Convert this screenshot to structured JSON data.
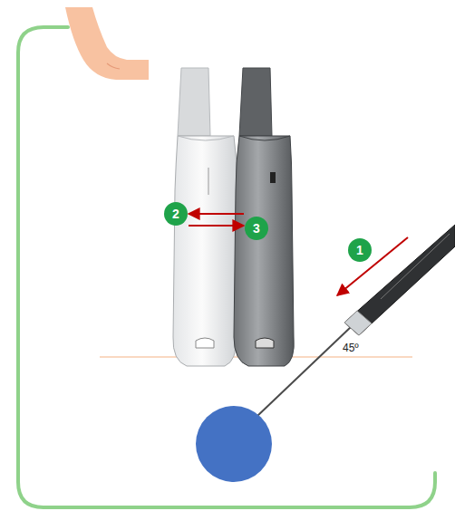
{
  "diagram": {
    "nodes": [
      {
        "text": [
          "1"
        ]
      },
      {
        "text": [
          "2"
        ]
      },
      {
        "text": [
          "3"
        ]
      }
    ],
    "edges": [
      {
        "from": 2,
        "to": 1,
        "arrow": "to"
      },
      {
        "from": 1,
        "to": 2,
        "arrow": "to"
      }
    ],
    "labels": [
      "45º"
    ]
  }
}
